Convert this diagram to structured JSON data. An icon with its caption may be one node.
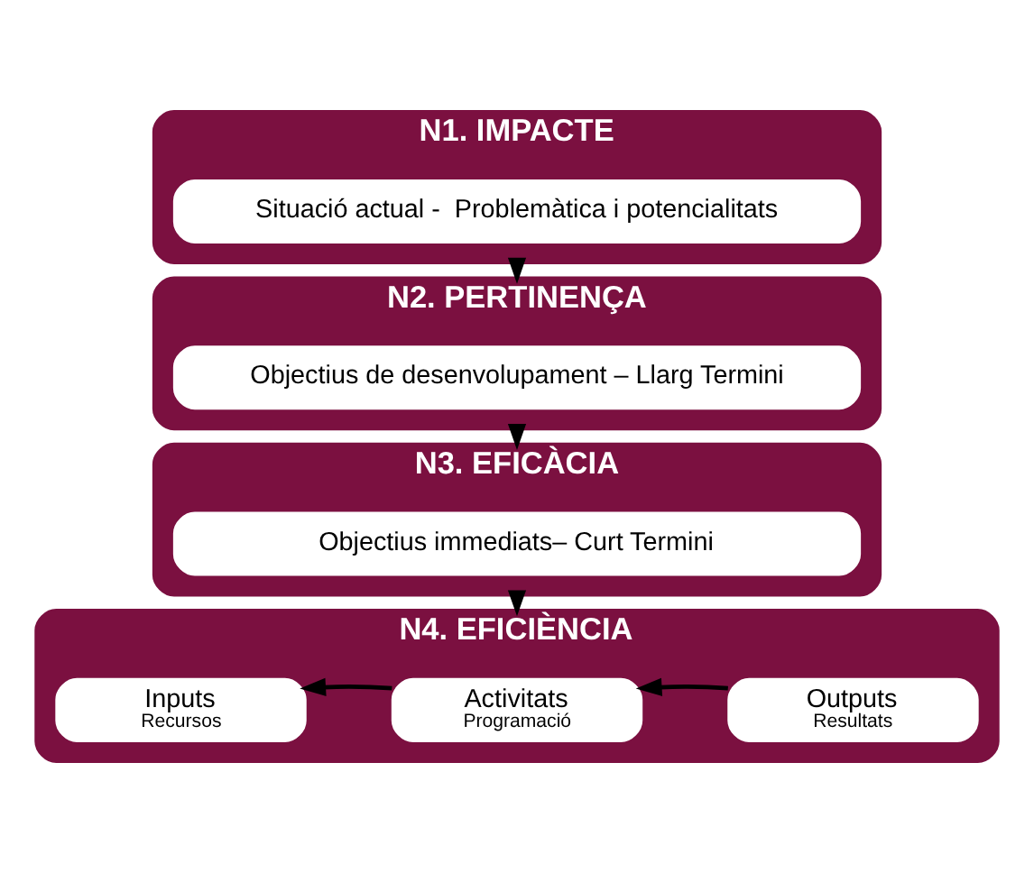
{
  "diagram": {
    "nodes": [
      {
        "text": [
          "N1. IMPACTE"
        ]
      },
      {
        "text": [
          "Situació actual -  Problemàtica i potencialitats"
        ],
        "in": 0
      },
      {
        "text": [
          "N2. PERTINENÇA"
        ]
      },
      {
        "text": [
          "Objectius de desenvolupament – Llarg Termini"
        ],
        "in": 2
      },
      {
        "text": [
          "N3. EFICÀCIA"
        ]
      },
      {
        "text": [
          "Objectius immediats– Curt Termini"
        ],
        "in": 4
      },
      {
        "text": [
          "N4. EFICIÈNCIA"
        ]
      },
      {
        "text": [
          "Inputs",
          "Recursos"
        ],
        "in": 6
      },
      {
        "text": [
          "Activitats",
          "Programació"
        ],
        "in": 6
      },
      {
        "text": [
          "Outputs",
          "Resultats"
        ],
        "in": 6
      }
    ],
    "edges": [
      {
        "from": 0,
        "to": 2,
        "arrow": "to"
      },
      {
        "from": 2,
        "to": 4,
        "arrow": "to"
      },
      {
        "from": 4,
        "to": 6,
        "arrow": "to"
      },
      {
        "from": 8,
        "to": 7,
        "arrow": "to"
      },
      {
        "from": 9,
        "to": 8,
        "arrow": "to"
      }
    ]
  }
}
